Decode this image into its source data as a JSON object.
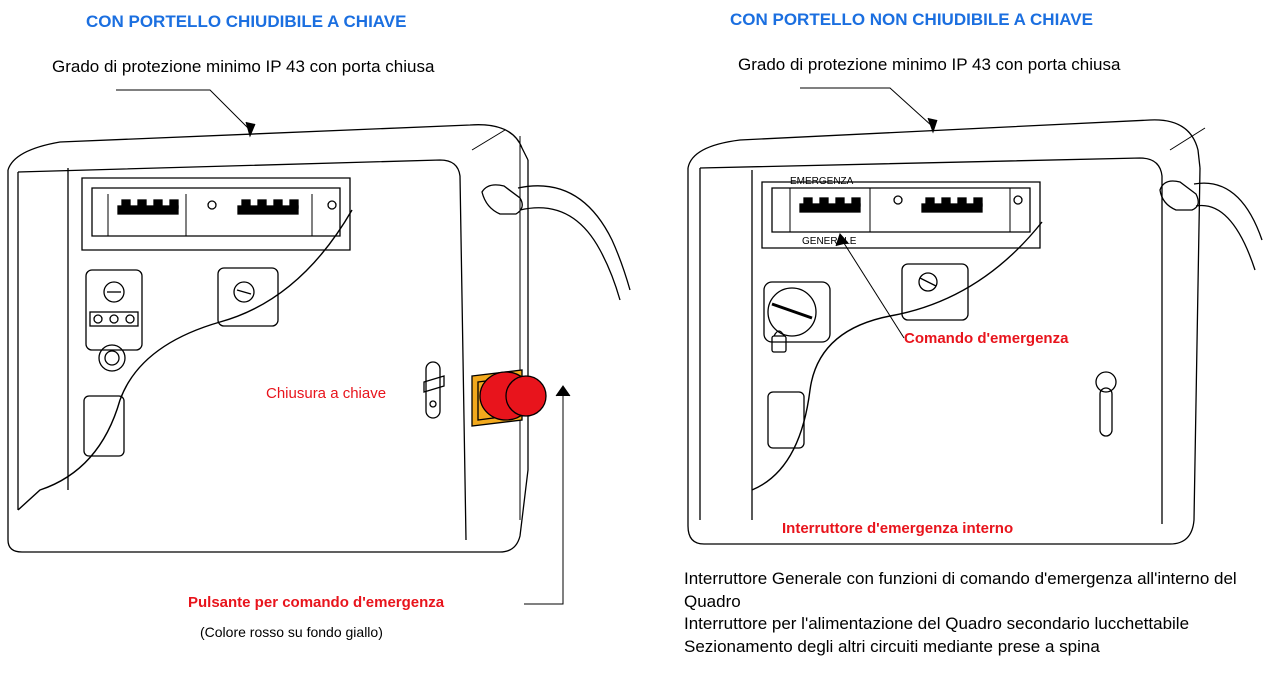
{
  "left": {
    "heading": "CON PORTELLO CHIUDIBILE A CHIAVE",
    "protection_note": "Grado di protezione minimo IP 43 con porta chiusa",
    "key_lock_label": "Chiusura a chiave",
    "button_label": "Pulsante per comando d'emergenza",
    "button_color_note": "(Colore rosso su fondo giallo)"
  },
  "right": {
    "heading": "CON PORTELLO NON CHIUDIBILE A CHIAVE",
    "protection_note": "Grado di protezione minimo IP 43 con porta chiusa",
    "breaker_top_label": "EMERGENZA",
    "breaker_bottom_label": "GENERALE",
    "emergency_command_label": "Comando d'emergenza",
    "internal_switch_label": "Interruttore d'emergenza interno",
    "description_lines": [
      "Interruttore Generale con funzioni di comando d'emergenza all'interno del Quadro",
      "Interruttore per l'alimentazione del Quadro secondario lucchettabile",
      "Sezionamento degli altri circuiti mediante prese a spina"
    ]
  },
  "colors": {
    "heading": "#1b6fe0",
    "warning_text": "#e8141c",
    "button_red": "#e8141c",
    "button_plate": "#f2a91d"
  }
}
